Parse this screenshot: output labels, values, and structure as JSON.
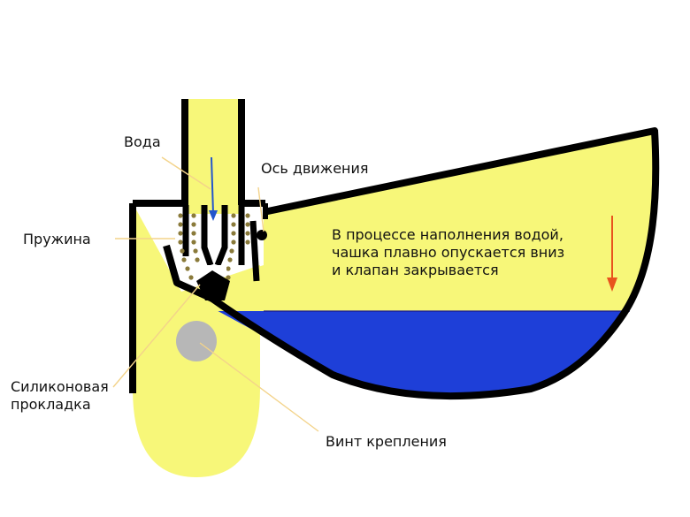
{
  "labels": {
    "water": "Вода",
    "axis": "Ось движения",
    "spring": "Пружина",
    "gasket_line1": "Силиконовая",
    "gasket_line2": "прокладка",
    "screw": "Винт крепления"
  },
  "note": {
    "line1": "В процессе наполнения водой,",
    "line2": "чашка плавно опускается вниз",
    "line3": "и клапан закрывается"
  },
  "colors": {
    "body": "#f7f779",
    "outline": "#000000",
    "water": "#1e3fd8",
    "flow_arrow": "#2255cc",
    "down_arrow": "#e8531e",
    "screw": "#b7b7b7",
    "leader": "#f3d38a",
    "spring": "#8a7a3a"
  }
}
